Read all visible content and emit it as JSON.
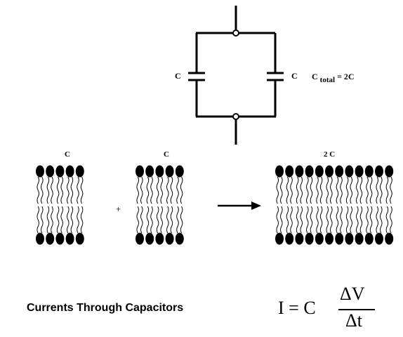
{
  "circuit": {
    "cap_left_label": "C",
    "cap_right_label": "C",
    "total_label_main": "C",
    "total_label_sub": "total",
    "total_label_rest": "= 2C"
  },
  "membranes": {
    "left_label": "C",
    "middle_label": "C",
    "result_label": "2 C",
    "plus_sign": "+"
  },
  "footer": {
    "caption": "Currents Through Capacitors",
    "formula": {
      "lhs": "I = C",
      "numerator": "ΔV",
      "denominator": "Δt"
    }
  }
}
